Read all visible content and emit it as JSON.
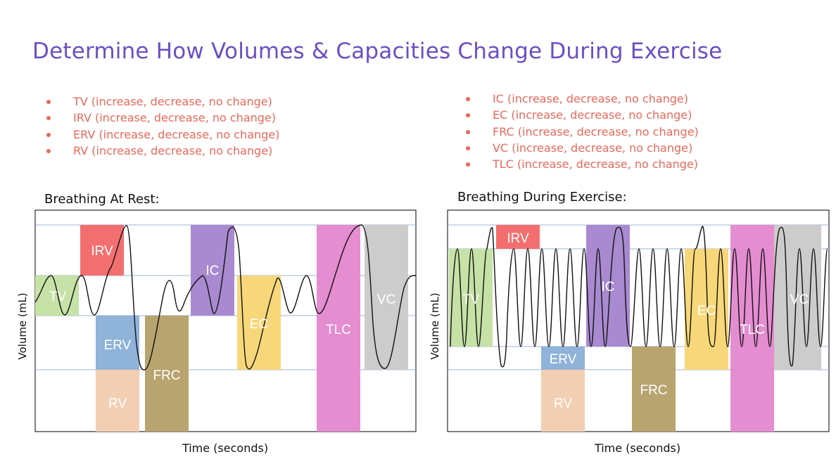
{
  "title": "Determine How Volumes & Capacities Change During Exercise",
  "left_list": [
    "TV (increase, decrease, no change)",
    "IRV (increase, decrease, no change)",
    "ERV (increase, decrease, no change)",
    "RV (increase, decrease, no change)"
  ],
  "right_list": [
    "IC (increase, decrease, no change)",
    "EC (increase, decrease, no change)",
    "FRC (increase, decrease, no change)",
    "VC (increase, decrease, no change)",
    "TLC (increase, decrease, no change)"
  ],
  "rest": {
    "title": "Breathing At Rest:",
    "ylabel": "Volume (mL)",
    "xlabel": "Time (seconds)",
    "labels": {
      "tv": "TV",
      "irv": "IRV",
      "erv": "ERV",
      "rv": "RV",
      "frc": "FRC",
      "ic": "IC",
      "ec": "EC",
      "tlc": "TLC",
      "vc": "VC"
    }
  },
  "exercise": {
    "title": "Breathing During Exercise:",
    "ylabel": "Volume (mL)",
    "xlabel": "Time (seconds)",
    "labels": {
      "tv": "TV",
      "irv": "IRV",
      "erv": "ERV",
      "rv": "RV",
      "frc": "FRC",
      "ic": "IC",
      "ec": "EC",
      "tlc": "TLC",
      "vc": "VC"
    }
  },
  "colors": {
    "title": "#6b4fc4",
    "list": "#e8685a",
    "tv": "#c6e2a6",
    "irv": "#f36f6f",
    "erv": "#8fb3d9",
    "rv": "#f2cfb3",
    "frc": "#b8a46f",
    "ic": "#a98ad0",
    "ec": "#f7d77a",
    "tlc": "#e48dd1",
    "vc": "#cccccc"
  }
}
